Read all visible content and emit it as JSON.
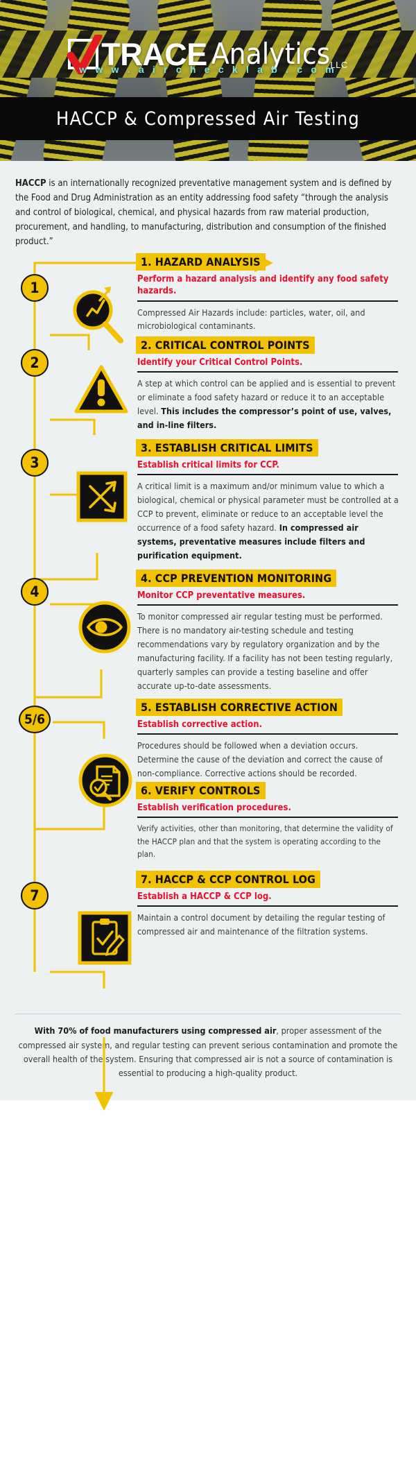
{
  "brand": {
    "name_bold": "TRACE",
    "name_light": "Analytics",
    "suffix": "LLC",
    "website": "w w w . a i r c h e c k l a b . c o m",
    "accent_yellow": "#f2c200",
    "accent_red": "#e8112d",
    "accent_cyan": "#7fe8df",
    "dark": "#0a0a0a"
  },
  "header": {
    "title": "HACCP & Compressed Air Testing"
  },
  "intro": {
    "lead": "HACCP",
    "text": " is an internationally recognized preventative management system and is defined by the Food and Drug Administration as an entity addressing food safety “through the analysis and control of biological, chemical, and physical hazards from raw material production, procurement, and handling, to manufacturing, distribution and consumption of the finished product.”"
  },
  "steps": [
    {
      "badge": "1",
      "icon": "magnifying-glass-chart-icon",
      "title": "1. HAZARD ANALYSIS",
      "subtitle": "Perform a hazard analysis and identify any food safety hazards.",
      "body_plain": "Compressed Air Hazards include: particles, water, oil, and microbiological contaminants.",
      "body_bold": ""
    },
    {
      "badge": "2",
      "icon": "warning-triangle-icon",
      "title": "2. CRITICAL CONTROL POINTS",
      "subtitle": "Identify your Critical Control Points.",
      "body_plain": "A step at which control can be applied and is essential to prevent or eliminate a food safety hazard or reduce it to an acceptable level. ",
      "body_bold": "This includes the compressor’s point of use, valves, and in-line filters."
    },
    {
      "badge": "3",
      "icon": "crossed-arrows-limits-icon",
      "title": "3. ESTABLISH CRITICAL LIMITS",
      "subtitle": "Establish critical limits for CCP.",
      "body_plain": "A critical limit is a maximum and/or minimum value to which a biological, chemical or physical parameter must be controlled at a CCP to prevent, eliminate or reduce to an acceptable level the occurrence of a food safety hazard. ",
      "body_bold": "In compressed air systems, preventative measures include filters and purification equipment."
    },
    {
      "badge": "4",
      "icon": "eye-monitor-icon",
      "title": "4. CCP PREVENTION MONITORING",
      "subtitle": "Monitor CCP preventative measures.",
      "body_plain": "To monitor compressed air regular testing must be performed. There is no mandatory air-testing schedule and testing recommendations vary by regulatory organization and by the manufacturing facility. If a facility has not been testing regularly, quarterly samples can provide a testing baseline and offer accurate up-to-date assessments.",
      "body_bold": ""
    },
    {
      "badge": "5/6",
      "icon": "document-check-magnifier-icon",
      "title": "5. ESTABLISH CORRECTIVE ACTION",
      "subtitle": "Establish corrective action.",
      "body_plain": "Procedures should be followed when a deviation occurs. Determine the cause of the deviation and correct the cause of non-compliance. Corrective actions should be recorded.",
      "body_bold": ""
    },
    {
      "badge": "",
      "icon": "none",
      "title": "6. VERIFY CONTROLS",
      "subtitle": "Establish verification procedures.",
      "body_plain": "Verify activities, other than monitoring, that determine the validity of the HACCP plan and that the system is operating according to the plan.",
      "body_bold": ""
    },
    {
      "badge": "7",
      "icon": "clipboard-pencil-log-icon",
      "title": "7. HACCP & CCP CONTROL LOG",
      "subtitle": "Establish a HACCP & CCP log.",
      "body_plain": "Maintain a control document by detailing the regular testing of compressed air and maintenance of the filtration systems.",
      "body_bold": ""
    }
  ],
  "footer": {
    "lead": "With 70% of food manufacturers using compressed air",
    "text": ", proper assessment of the compressed air system, and regular testing can prevent serious contamination and promote the overall health of the system. Ensuring that compressed air is not a source of contamination is essential to producing a high-quality product."
  }
}
